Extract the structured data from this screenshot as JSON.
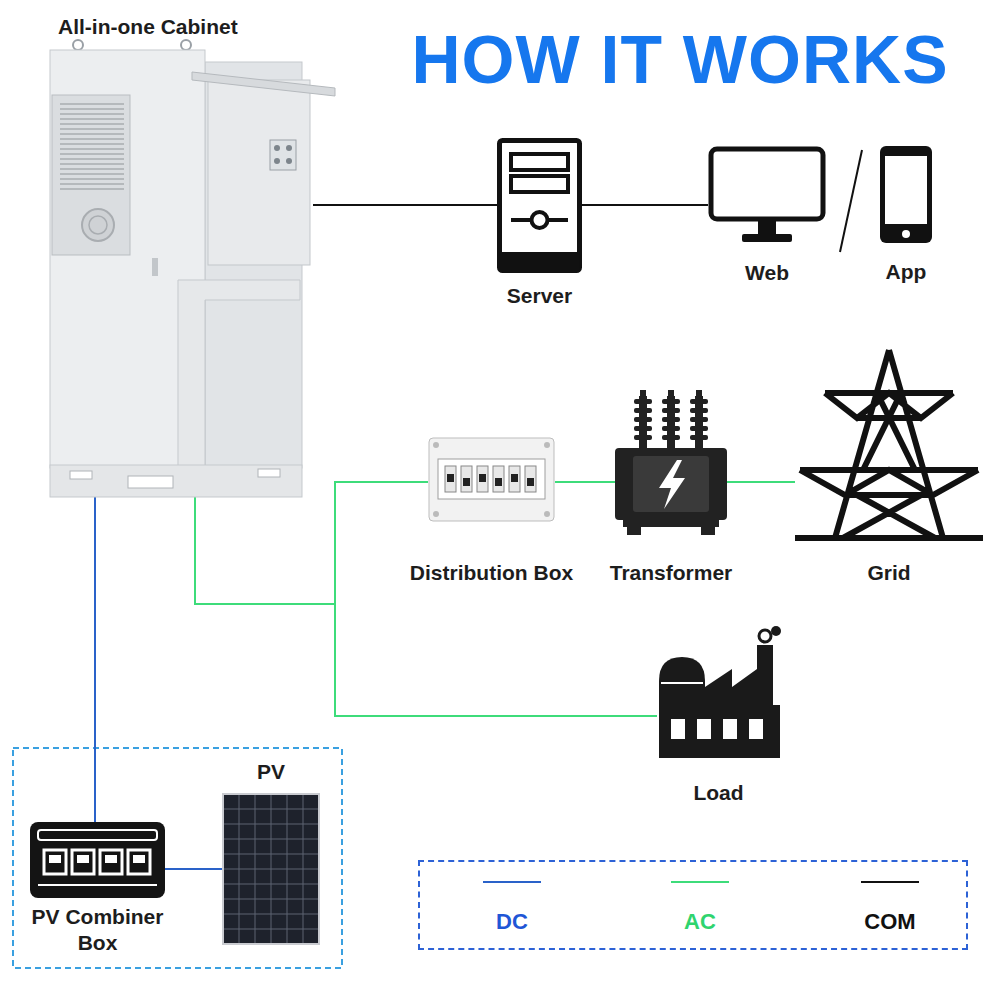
{
  "diagram": {
    "title": "HOW IT WORKS",
    "nodes": [
      {
        "text": [
          "All-in-one Cabinet"
        ]
      },
      {
        "text": [
          "Server"
        ]
      },
      {
        "text": [
          "Web"
        ]
      },
      {
        "text": [
          "App"
        ]
      },
      {
        "text": [
          "Distribution Box"
        ]
      },
      {
        "text": [
          "Transformer"
        ]
      },
      {
        "text": [
          "Grid"
        ]
      },
      {
        "text": [
          "Load"
        ]
      },
      {
        "text": [
          "PV"
        ]
      },
      {
        "text": [
          "PV Combiner Box"
        ]
      }
    ],
    "edges": [
      {
        "from": 0,
        "to": 1,
        "arrow": "none"
      },
      {
        "from": 1,
        "to": 2,
        "arrow": "none"
      },
      {
        "from": 0,
        "to": 4,
        "arrow": "none"
      },
      {
        "from": 4,
        "to": 5,
        "arrow": "none"
      },
      {
        "from": 5,
        "to": 6,
        "arrow": "none"
      },
      {
        "from": 0,
        "to": 7,
        "arrow": "none"
      },
      {
        "from": 0,
        "to": 9,
        "arrow": "none"
      },
      {
        "from": 9,
        "to": 8,
        "arrow": "none"
      }
    ],
    "legend": [
      {
        "text": "DC"
      },
      {
        "text": "AC"
      },
      {
        "text": "COM"
      }
    ]
  }
}
